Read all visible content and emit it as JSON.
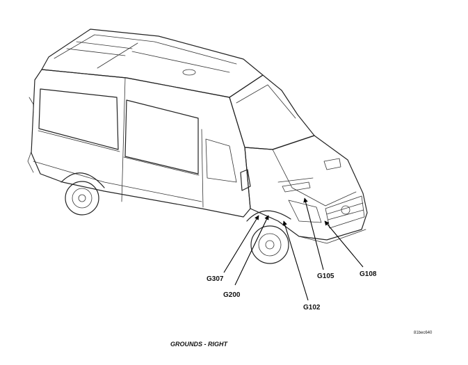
{
  "caption": "GROUNDS - RIGHT",
  "figure_id": "81bec640",
  "callouts": {
    "g307": "G307",
    "g200": "G200",
    "g102": "G102",
    "g105": "G105",
    "g108": "G108"
  }
}
